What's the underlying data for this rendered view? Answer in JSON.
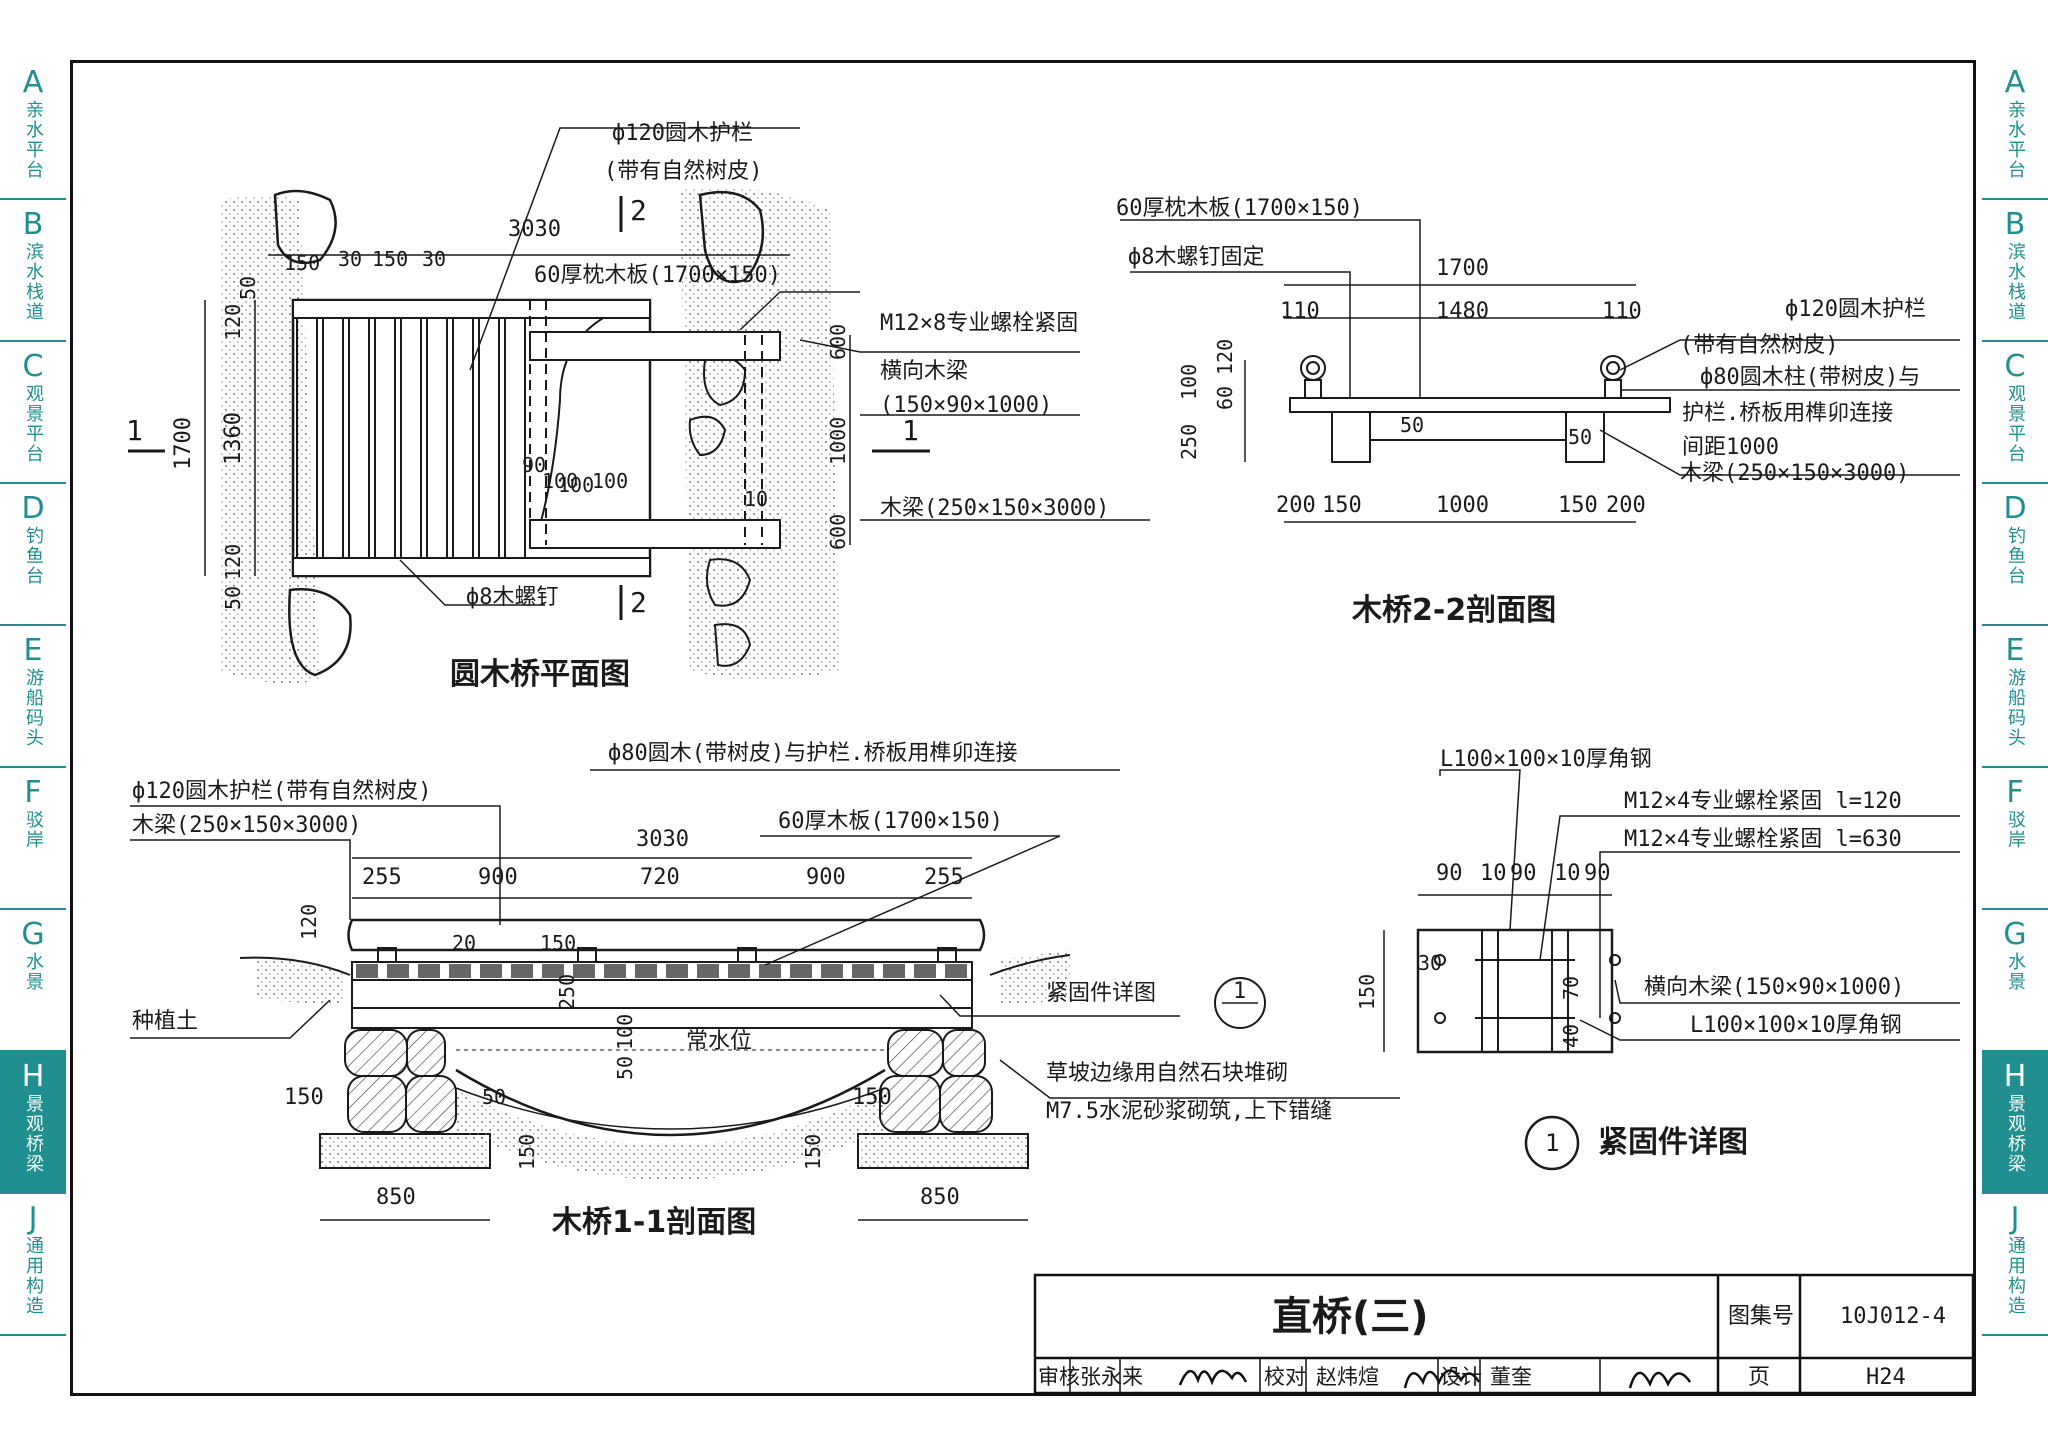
{
  "tabs_left": [
    {
      "letter": "A",
      "name": "亲水平台"
    },
    {
      "letter": "B",
      "name": "滨水栈道"
    },
    {
      "letter": "C",
      "name": "观景平台"
    },
    {
      "letter": "D",
      "name": "钓鱼台"
    },
    {
      "letter": "E",
      "name": "游船码头"
    },
    {
      "letter": "F",
      "name": "驳岸"
    },
    {
      "letter": "G",
      "name": "水景"
    },
    {
      "letter": "H",
      "name": "景观桥梁",
      "active": true
    },
    {
      "letter": "J",
      "name": "通用构造"
    }
  ],
  "tabs_right": [
    {
      "letter": "A",
      "name": "亲水平台"
    },
    {
      "letter": "B",
      "name": "滨水栈道"
    },
    {
      "letter": "C",
      "name": "观景平台"
    },
    {
      "letter": "D",
      "name": "钓鱼台"
    },
    {
      "letter": "E",
      "name": "游船码头"
    },
    {
      "letter": "F",
      "name": "驳岸"
    },
    {
      "letter": "G",
      "name": "水景"
    },
    {
      "letter": "H",
      "name": "景观桥梁",
      "active": true
    },
    {
      "letter": "J",
      "name": "通用构造"
    }
  ],
  "plan": {
    "title": "圆木桥平面图",
    "label_rail": "ф120圆木护栏",
    "label_rail_sub": "(带有自然树皮)",
    "label_plank": "60厚枕木板(1700×150)",
    "label_bolt": "M12×8专业螺栓紧固",
    "label_cross_beam": "横向木梁",
    "label_cross_beam_sub": "(150×90×1000)",
    "label_beam": "木梁(250×150×3000)",
    "label_nail": "ф8木螺钉",
    "dim_3030": "3030",
    "dim_150a": "150",
    "dim_30a": "30",
    "dim_150b": "150",
    "dim_30b": "30",
    "dim_1700": "1700",
    "dim_1360": "1360",
    "dim_120a": "120",
    "dim_120b": "120",
    "dim_50a": "50",
    "dim_50b": "50",
    "dim_600a": "600",
    "dim_1000": "1000",
    "dim_600b": "600",
    "dim_100a": "100",
    "dim_100b": "100",
    "dim_90": "90",
    "dim_100c": "100",
    "dim_10": "10",
    "sec1": "1",
    "sec1b": "1",
    "sec2": "2",
    "sec2b": "2"
  },
  "section22": {
    "title": "木桥2-2剖面图",
    "label_plank": "60厚枕木板(1700×150)",
    "label_screw": "ф8木螺钉固定",
    "label_rail": "ф120圆木护栏",
    "label_rail_sub": "(带有自然树皮)",
    "label_post": "ф80圆木柱(带树皮)与",
    "label_post_2": "护栏.桥板用榫卯连接",
    "label_post_3": "间距1000",
    "label_beam": "木梁(250×150×3000)",
    "dim_1700": "1700",
    "dim_1480": "1480",
    "dim_110a": "110",
    "dim_110b": "110",
    "dim_120": "120",
    "dim_60": "60",
    "dim_100": "100",
    "dim_250": "250",
    "dim_50a": "50",
    "dim_50b": "50",
    "dim_200a": "200",
    "dim_150a": "150",
    "dim_1000": "1000",
    "dim_150b": "150",
    "dim_200b": "200"
  },
  "section11": {
    "title": "木桥1-1剖面图",
    "label_post": "ф80圆木(带树皮)与护栏.桥板用榫卯连接",
    "label_rail": "ф120圆木护栏(带有自然树皮)",
    "label_beam": "木梁(250×150×3000)",
    "label_plank": "60厚木板(1700×150)",
    "label_soil": "种植土",
    "label_fastener": "紧固件详图",
    "label_water": "常水位",
    "label_stone": "草坡边缘用自然石块堆砌",
    "label_mortar": "M7.5水泥砂浆砌筑,上下错缝",
    "dim_3030": "3030",
    "dim_255a": "255",
    "dim_900a": "900",
    "dim_720": "720",
    "dim_900b": "900",
    "dim_255b": "255",
    "dim_20": "20",
    "dim_150": "150",
    "dim_120": "120",
    "dim_250": "250",
    "dim_100": "100",
    "dim_50a": "50",
    "dim_50b": "50",
    "dim_150l": "150",
    "dim_150r": "150",
    "dim_150v1": "150",
    "dim_150v2": "150",
    "dim_850a": "850",
    "dim_850b": "850",
    "callout": "1"
  },
  "detail": {
    "title": "紧固件详图",
    "num": "1",
    "label_angle": "L100×100×10厚角钢",
    "label_bolt1": "M12×4专业螺栓紧固 l=120",
    "label_bolt2": "M12×4专业螺栓紧固 l=630",
    "label_cross": "横向木梁(150×90×1000)",
    "label_angle2": "L100×100×10厚角钢",
    "dim_90a": "90",
    "dim_10a": "10",
    "dim_90b": "90",
    "dim_10b": "10",
    "dim_90c": "90",
    "dim_150": "150",
    "dim_30": "30",
    "dim_70": "70",
    "dim_40": "40"
  },
  "title_block": {
    "title": "直桥(三)",
    "atlas_label": "图集号",
    "atlas_no": "10J012-4",
    "page_label": "页",
    "page_no": "H24",
    "review_label": "审核",
    "reviewer": "张永来",
    "check_label": "校对",
    "checker": "赵炜煊",
    "design_label": "设计",
    "designer": "董奎"
  }
}
